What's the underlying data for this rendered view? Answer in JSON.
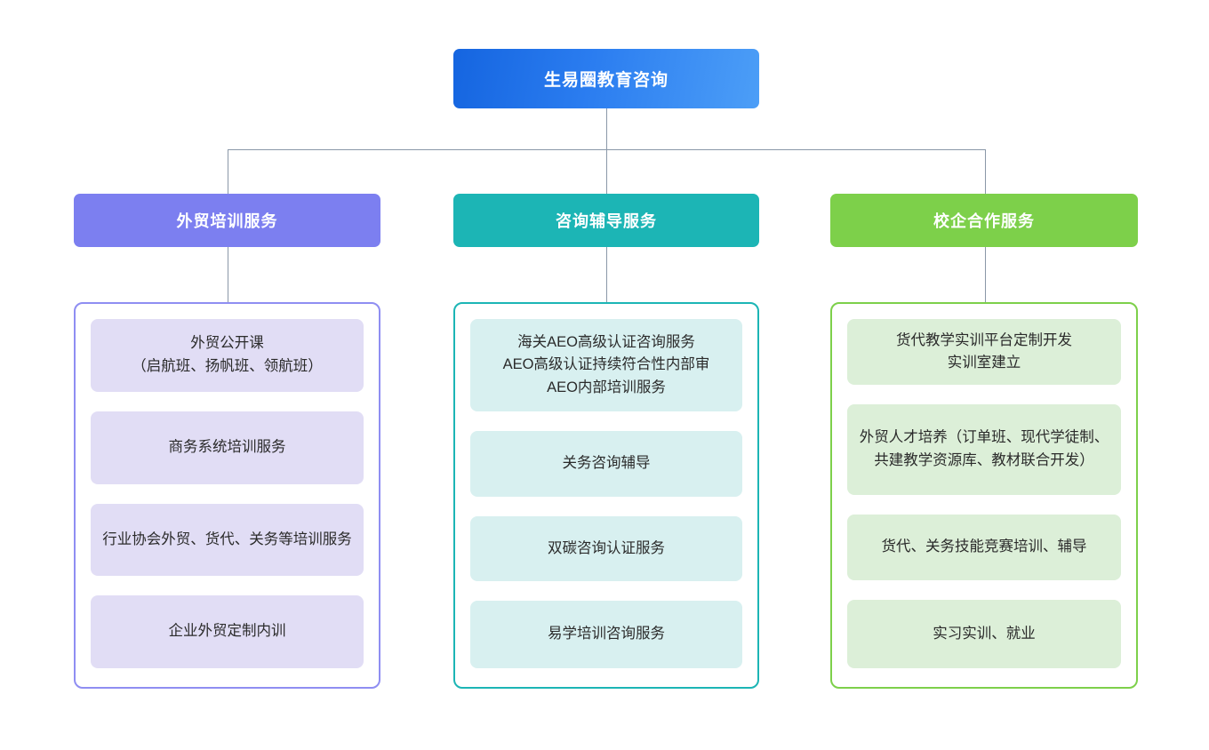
{
  "diagram": {
    "type": "organization-chart",
    "root": {
      "label": "生易圈教育咨询",
      "color": "#2b7df0"
    },
    "connector_color": "#8a98a8",
    "branches": [
      {
        "key": "training",
        "header": "外贸培训服务",
        "header_color": "#7c7ff0",
        "border_color": "#8f8ef2",
        "card_color": "#e1ddf5",
        "items": [
          "外贸公开课\n（启航班、扬帆班、领航班）",
          "商务系统培训服务",
          "行业协会外贸、货代、关务等培训服务",
          "企业外贸定制内训"
        ]
      },
      {
        "key": "consulting",
        "header": "咨询辅导服务",
        "header_color": "#1cb5b5",
        "border_color": "#1cb5b5",
        "card_color": "#d8f0f0",
        "items": [
          "海关AEO高级认证咨询服务\nAEO高级认证持续符合性内部审\nAEO内部培训服务",
          "关务咨询辅导",
          "双碳咨询认证服务",
          "易学培训咨询服务"
        ]
      },
      {
        "key": "school-enterprise",
        "header": "校企合作服务",
        "header_color": "#7dd04a",
        "border_color": "#7dd04a",
        "card_color": "#dcefd8",
        "items": [
          "货代教学实训平台定制开发\n实训室建立",
          "外贸人才培养（订单班、现代学徒制、共建教学资源库、教材联合开发）",
          "货代、关务技能竞赛培训、辅导",
          "实习实训、就业"
        ]
      }
    ]
  }
}
